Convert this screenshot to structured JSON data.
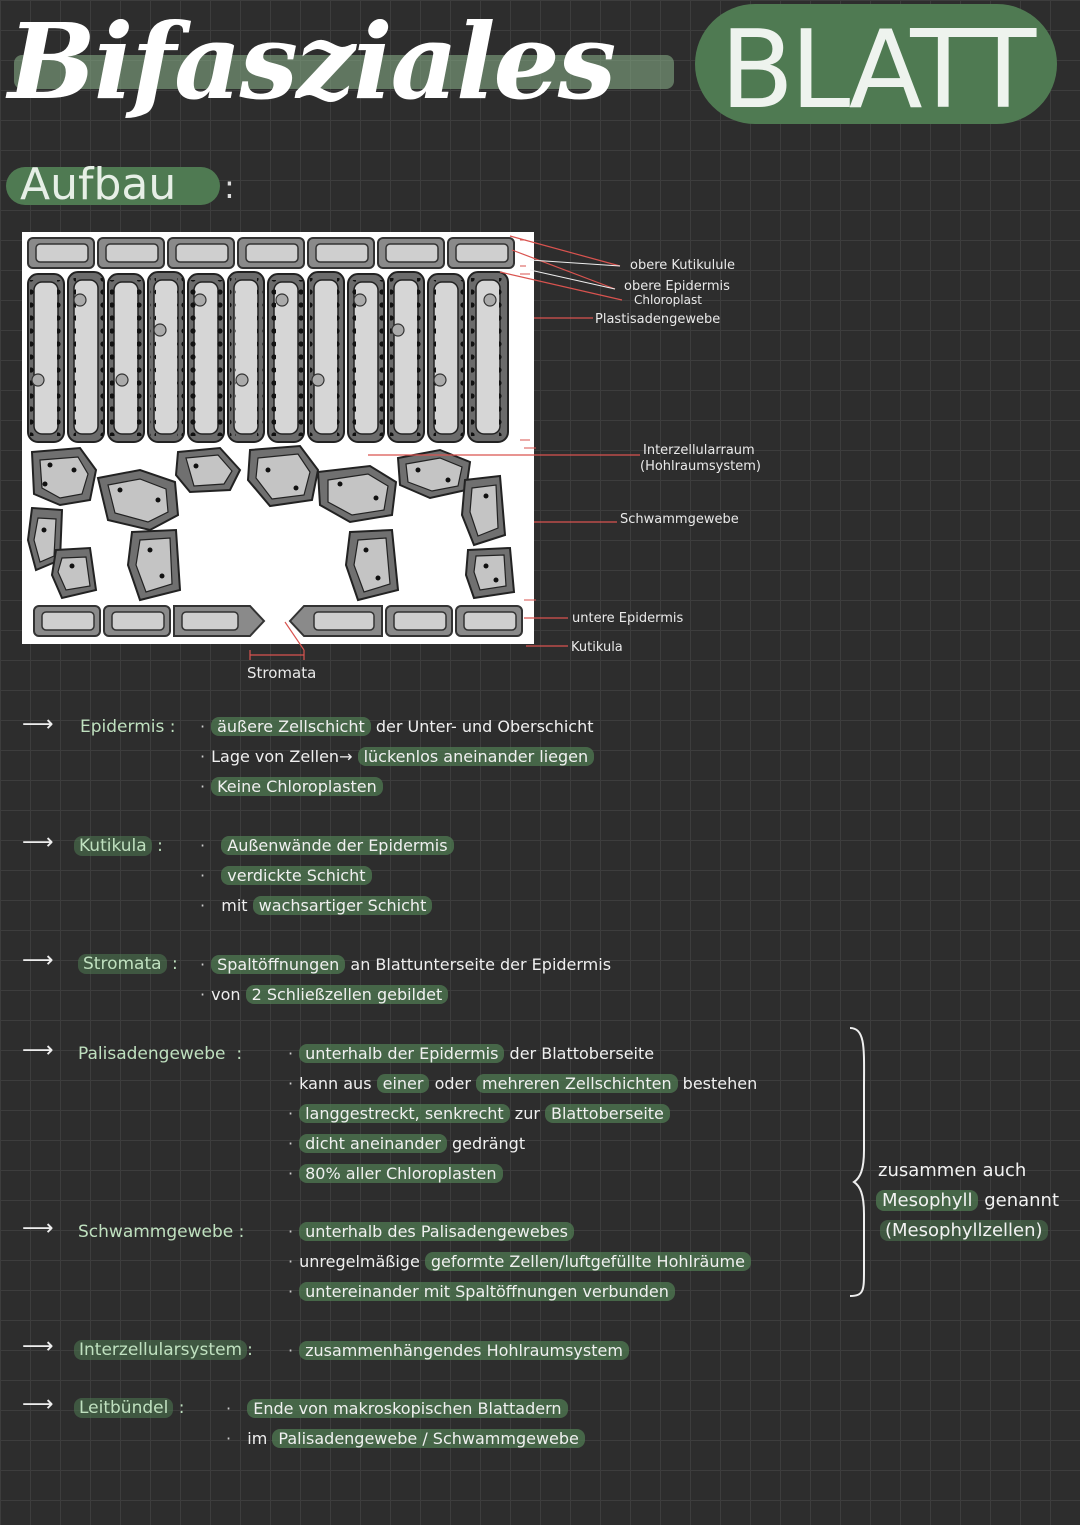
{
  "title": {
    "script": "Bifasziales",
    "block": "BLATT"
  },
  "subheading": {
    "label": "Aufbau",
    "colon": ":"
  },
  "diagram": {
    "labels": {
      "obere_kutikula": "obere  Kutikulule",
      "obere_epidermis": "obere  Epidermis",
      "chloroplast": "Chloroplast",
      "palisade": "Plastisadengewebe",
      "interzellular": "Interzellularraum",
      "hohlraum": "(Hohlraumsystem)",
      "schwamm": "Schwammgewebe",
      "untere_epidermis": "untere  Epidermis",
      "kutikula": "Kutikula",
      "stomata": "Stromata"
    }
  },
  "notes": [
    {
      "term": "Epidermis",
      "sep": ":",
      "lines": [
        {
          "hl": "äußere Zellschicht",
          "rest": " der Unter- und  Oberschicht"
        },
        {
          "pre": "Lage  von  Zellen→ ",
          "hl": "lückenlos aneinander liegen",
          "rest": ""
        },
        {
          "hl": "Keine  Chloroplasten",
          "rest": ""
        }
      ]
    },
    {
      "term": "Kutikula",
      "sep": ":",
      "lines": [
        {
          "hl": "Außenwände der Epidermis",
          "rest": ""
        },
        {
          "hl": "verdickte  Schicht",
          "rest": ""
        },
        {
          "pre": "mit  ",
          "hl": "wachsartiger  Schicht",
          "rest": ""
        }
      ]
    },
    {
      "term": "Stromata",
      "sep": ":",
      "lines": [
        {
          "hl": "Spaltöffnungen",
          "rest": " an  Blattunterseite  der  Epidermis"
        },
        {
          "pre": "von  ",
          "hl": "2  Schließzellen  gebildet",
          "rest": ""
        }
      ]
    },
    {
      "term": "Palisadengewebe",
      "sep": ":",
      "lines": [
        {
          "hl": "unterhalb  der  Epidermis",
          "rest": " der  Blattoberseite"
        },
        {
          "pre": "kann  aus  ",
          "hl": "einer",
          "mid": "  oder  ",
          "hl2": "mehreren  Zellschichten",
          "rest": "  bestehen"
        },
        {
          "hl": "langgestreckt, senkrecht",
          "mid": "  zur  ",
          "hl2": "Blattoberseite",
          "rest": ""
        },
        {
          "hl": "dicht  aneinander",
          "rest": "  gedrängt"
        },
        {
          "hl": "80%   aller   Chloroplasten",
          "rest": ""
        }
      ]
    },
    {
      "term": "Schwammgewebe",
      "sep": ":",
      "lines": [
        {
          "hl": "unterhalb  des  Palisadengewebes",
          "rest": ""
        },
        {
          "pre": "unregelmäßige  ",
          "hl": "geformte  Zellen/luftgefüllte  Hohlräume",
          "rest": ""
        },
        {
          "hl": "untereinander  mit  Spaltöffnungen  verbunden",
          "rest": ""
        }
      ]
    },
    {
      "term": "Interzellularsystem",
      "sep": ":",
      "lines": [
        {
          "hl": "zusammenhängendes  Hohlraumsystem",
          "rest": ""
        }
      ]
    },
    {
      "term": "Leitbündel",
      "sep": ":",
      "lines": [
        {
          "hl": "Ende  von  makroskopischen  Blattadern",
          "rest": ""
        },
        {
          "pre": "im  ",
          "hl": "Palisadengewebe / Schwammgewebe",
          "rest": ""
        }
      ]
    }
  ],
  "brace_note": {
    "line1": "zusammen  auch",
    "line2_hl": "Mesophyll",
    "line2_rest": "  genannt",
    "line3": "(Mesophyllzellen)"
  }
}
